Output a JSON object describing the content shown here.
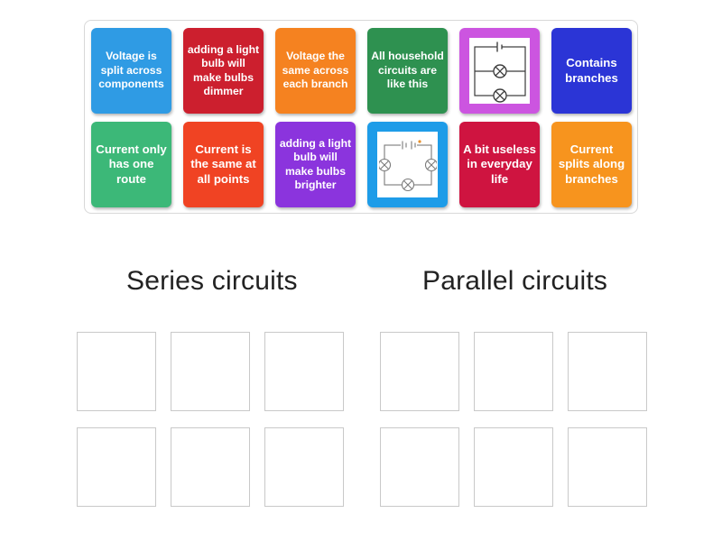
{
  "activity": {
    "type": "group-sort",
    "tile_bank": {
      "name": "answer-tile-bank",
      "rows": [
        [
          {
            "id": "t1",
            "kind": "text",
            "label": "Voltage is split across components",
            "color": "#2f9be4",
            "text_size": "small"
          },
          {
            "id": "t2",
            "kind": "text",
            "label": "adding a light bulb will make bulbs dimmer",
            "color": "#cc1f2e",
            "text_size": "small"
          },
          {
            "id": "t3",
            "kind": "text",
            "label": "Voltage the same across each branch",
            "color": "#f58220",
            "text_size": "small"
          },
          {
            "id": "t4",
            "kind": "text",
            "label": "All household circuits are like this",
            "color": "#2e9150",
            "text_size": "small"
          },
          {
            "id": "t5",
            "kind": "image",
            "label": "parallel-circuit-diagram",
            "color": "#cc55e0",
            "alt": "Circuit diagram: battery with two lamps on parallel branches"
          },
          {
            "id": "t6",
            "kind": "text",
            "label": "Contains branches",
            "color": "#2b35d6",
            "text_size": "normal"
          }
        ],
        [
          {
            "id": "t7",
            "kind": "text",
            "label": "Current only has one route",
            "color": "#3cb878",
            "text_size": "normal"
          },
          {
            "id": "t8",
            "kind": "text",
            "label": "Current is the same at all points",
            "color": "#f04323",
            "text_size": "normal"
          },
          {
            "id": "t9",
            "kind": "text",
            "label": "adding a light bulb will make bulbs brighter",
            "color": "#8b34dd",
            "text_size": "small"
          },
          {
            "id": "t10",
            "kind": "image",
            "label": "series-circuit-diagram",
            "color": "#1e9ce8",
            "alt": "Circuit diagram: battery of two cells with three lamps in a single series loop"
          },
          {
            "id": "t11",
            "kind": "text",
            "label": "A bit useless in everyday life",
            "color": "#cf1440",
            "text_size": "normal"
          },
          {
            "id": "t12",
            "kind": "text",
            "label": "Current splits along branches",
            "color": "#f7941e",
            "text_size": "normal"
          }
        ]
      ]
    },
    "groups": [
      {
        "id": "series",
        "heading": "Series circuits",
        "slots": [
          "",
          "",
          "",
          "",
          "",
          ""
        ]
      },
      {
        "id": "parallel",
        "heading": "Parallel circuits",
        "slots": [
          "",
          "",
          "",
          "",
          "",
          ""
        ]
      }
    ]
  },
  "colors": {
    "page_background": "#ffffff",
    "bank_border": "#d8d8d8",
    "slot_border": "#c9c9c9",
    "heading_text": "#222222",
    "tile_text": "#ffffff"
  }
}
